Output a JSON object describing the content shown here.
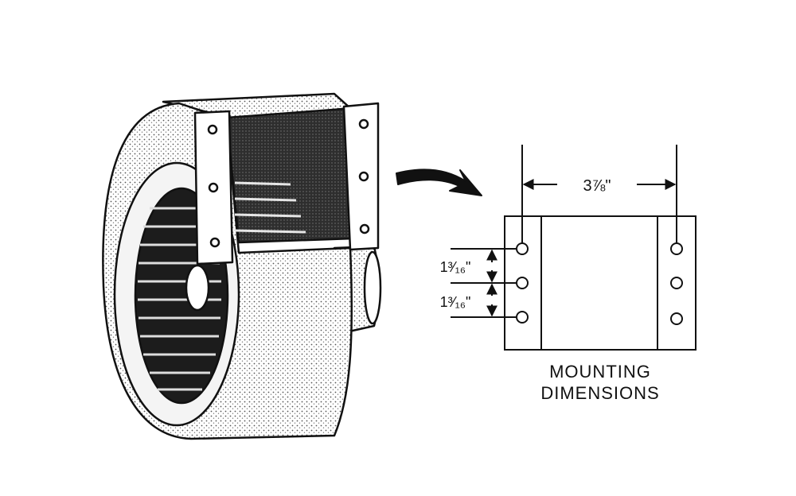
{
  "figure": {
    "dimensions": {
      "width_label": "3⅞\"",
      "spacing_upper_label": "1³⁄₁₆\"",
      "spacing_lower_label": "1³⁄₁₆\""
    },
    "caption": {
      "line1": "MOUNTING",
      "line2": "DIMENSIONS"
    },
    "colors": {
      "ink": "#111111",
      "background": "#ffffff",
      "shade": "#3a3a3a"
    }
  }
}
